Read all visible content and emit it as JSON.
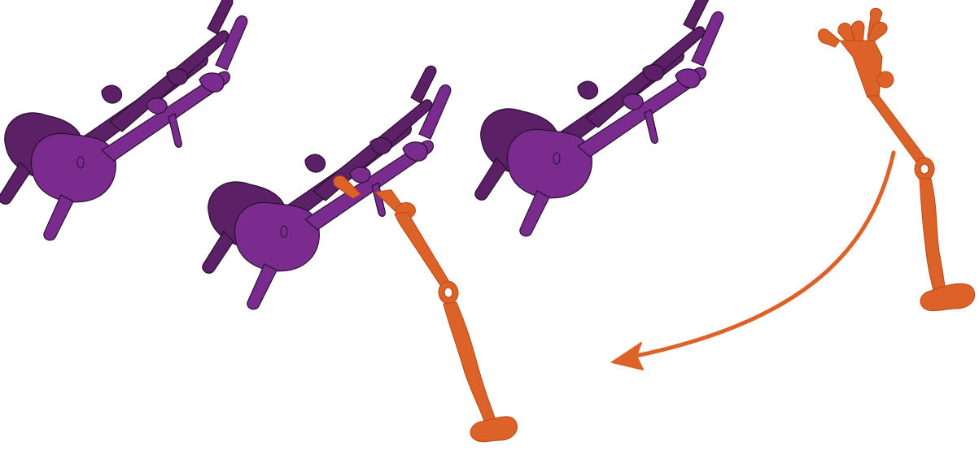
{
  "colors": {
    "complex_light": "#7a2b8e",
    "complex_dark": "#5c2067",
    "outline": "#2a1030",
    "arm": "#dd6227",
    "arm_outline": "#b9491a",
    "arrow": "#dd6227"
  },
  "complexes": [
    {
      "id": "complex-1"
    },
    {
      "id": "complex-2"
    },
    {
      "id": "complex-3"
    }
  ],
  "arms": [
    {
      "id": "arm-attached",
      "state": "bound"
    },
    {
      "id": "arm-free",
      "state": "free"
    }
  ],
  "arrow": {
    "direction": "counter-clockwise"
  }
}
